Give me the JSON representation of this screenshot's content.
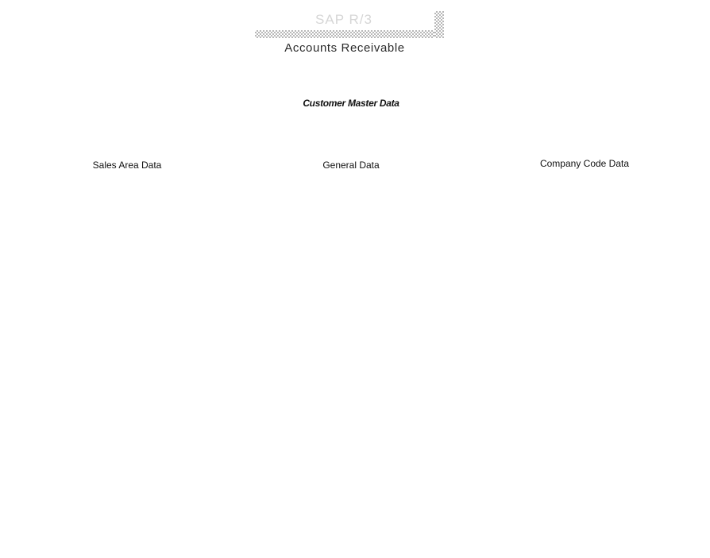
{
  "header": {
    "title": "SAP R/3",
    "subtitle": "Accounts Receivable"
  },
  "diagram": {
    "root": {
      "label": "Customer Master Data"
    },
    "children": [
      {
        "label": "Sales Area Data"
      },
      {
        "label": "General Data"
      },
      {
        "label": "Company Code Data"
      }
    ]
  }
}
